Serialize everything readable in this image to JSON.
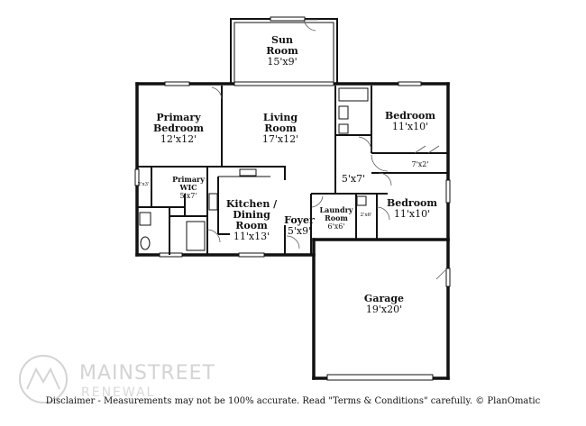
{
  "rooms": {
    "sun_room": {
      "name_1": "Sun",
      "name_2": "Room",
      "size": "15'x9'"
    },
    "primary_bedroom": {
      "name_1": "Primary",
      "name_2": "Bedroom",
      "size": "12'x12'"
    },
    "living_room": {
      "name_1": "Living",
      "name_2": "Room",
      "size": "17'x12'"
    },
    "bedroom_1": {
      "name_1": "Bedroom",
      "size": "11'x10'"
    },
    "hall": {
      "size": "5'x7'"
    },
    "closet_1": {
      "size": "7'x2'"
    },
    "primary_wic": {
      "name_1": "Primary",
      "name_2": "WIC",
      "size": "5'x7'"
    },
    "closet_small_left": {
      "size": "2'x3'"
    },
    "kitchen_dining": {
      "name_1": "Kitchen /",
      "name_2": "Dining",
      "name_3": "Room",
      "size": "11'x13'"
    },
    "foyer": {
      "name_1": "Foyer",
      "size": "5'x9'"
    },
    "laundry": {
      "name_1": "Laundry",
      "name_2": "Room",
      "size": "6'x6'"
    },
    "closet_2": {
      "size": "2'x6'"
    },
    "bedroom_2": {
      "name_1": "Bedroom",
      "size": "11'x10'"
    },
    "garage": {
      "name_1": "Garage",
      "size": "19'x20'"
    }
  },
  "watermark": {
    "brand": "MAINSTREET",
    "sub": "RENEWAL"
  },
  "disclaimer": "Disclaimer - Measurements may not be 100% accurate. Read \"Terms & Conditions\" carefully. © PlanOmatic"
}
